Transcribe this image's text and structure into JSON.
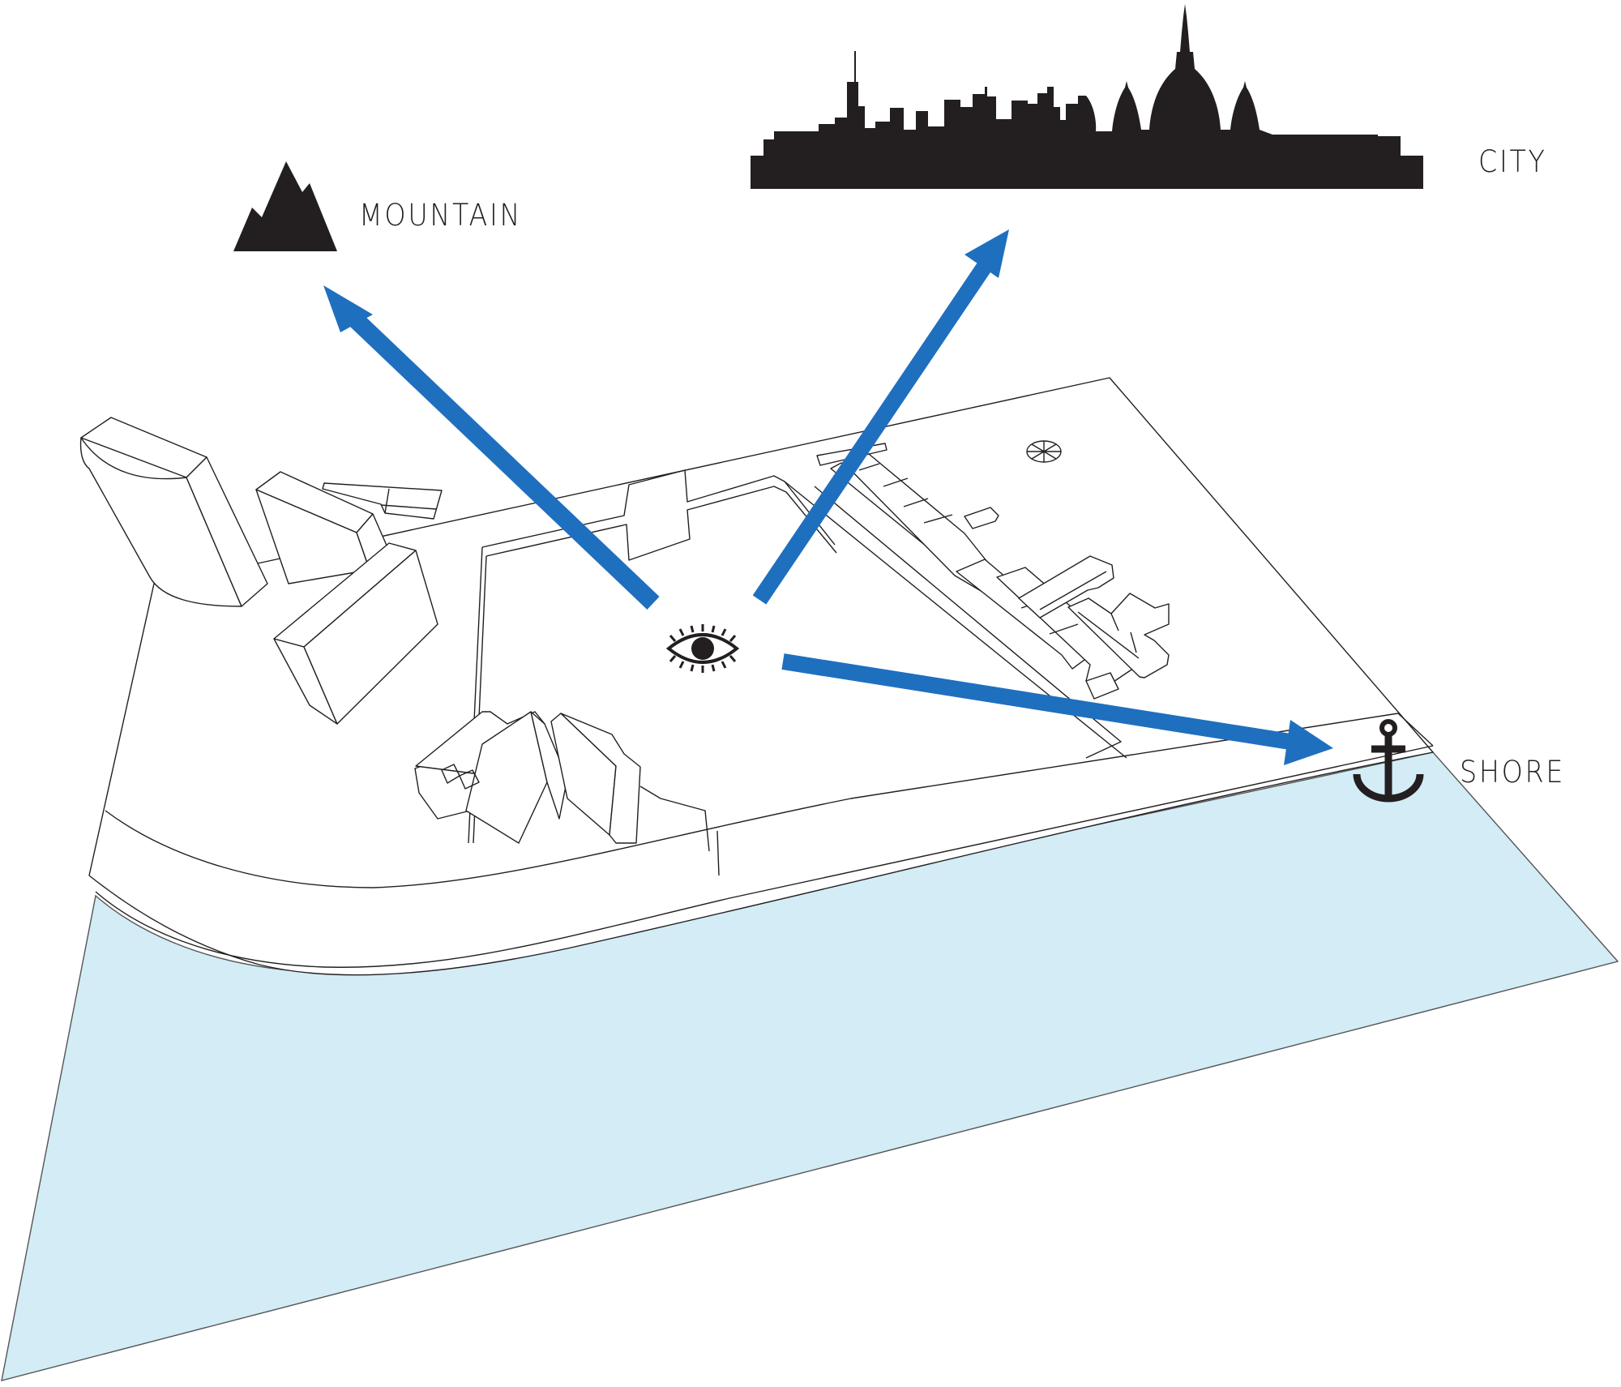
{
  "diagram": {
    "title": "Site view orientations",
    "colors": {
      "arrow": "#1f6fbf",
      "water": "#d3ecf6",
      "ink": "#231f20",
      "ground": "#ffffff"
    },
    "viewpoint": {
      "icon": "eye-icon"
    },
    "destinations": [
      {
        "id": "mountain",
        "label": "MOUNTAIN",
        "icon": "mountain-icon"
      },
      {
        "id": "city",
        "label": "CITY",
        "icon": "city-skyline-icon"
      },
      {
        "id": "shore",
        "label": "SHORE",
        "icon": "anchor-icon"
      }
    ],
    "arrows": [
      {
        "from": "viewpoint",
        "to": "mountain"
      },
      {
        "from": "viewpoint",
        "to": "city"
      },
      {
        "from": "viewpoint",
        "to": "shore"
      }
    ]
  }
}
